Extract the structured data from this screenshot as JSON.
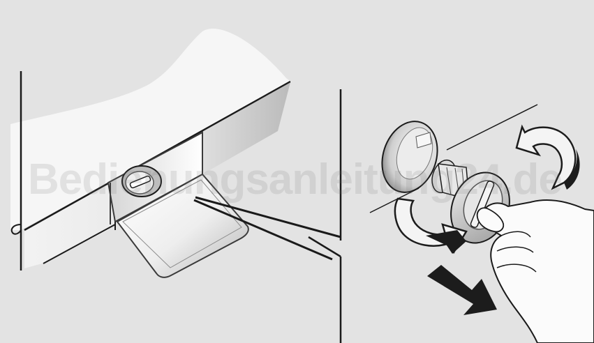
{
  "watermark": {
    "text": "Bedienungsanleitung24.de"
  },
  "colors": {
    "background": "#e3e3e3",
    "panel_light": "#f6f6f6",
    "line": "#1a1a1a",
    "arrow_dark": "#1c1c1c",
    "arrow_light": "#f4f4f4"
  },
  "icons": {
    "left_panel": "washing-machine-drain-flap",
    "right_panel": "drain-pump-filter-removal"
  }
}
